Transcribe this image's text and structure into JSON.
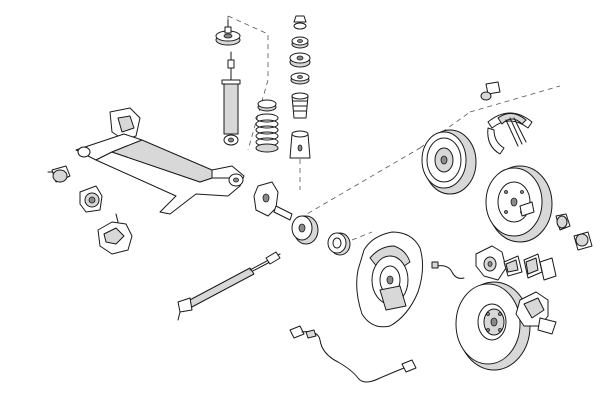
{
  "figure": {
    "kind": "exploded-view",
    "colors": {
      "background": "#ffffff",
      "line": "#1a1a1a",
      "shade": "#d8d8d8",
      "dark": "#8a8a8a",
      "leader": "#555555"
    },
    "parts": [
      "spring-seat-top",
      "shock-absorber",
      "spring-pad",
      "coil-spring",
      "strut-mount-stack",
      "bump-stop",
      "rear-axle-beam",
      "axle-bushing",
      "wheel-bearing",
      "brake-cable",
      "brake-drum",
      "brake-shoes",
      "brake-disc",
      "brake-backing-plate",
      "brake-caliper",
      "brake-pads",
      "abs-sensor-cable"
    ]
  }
}
